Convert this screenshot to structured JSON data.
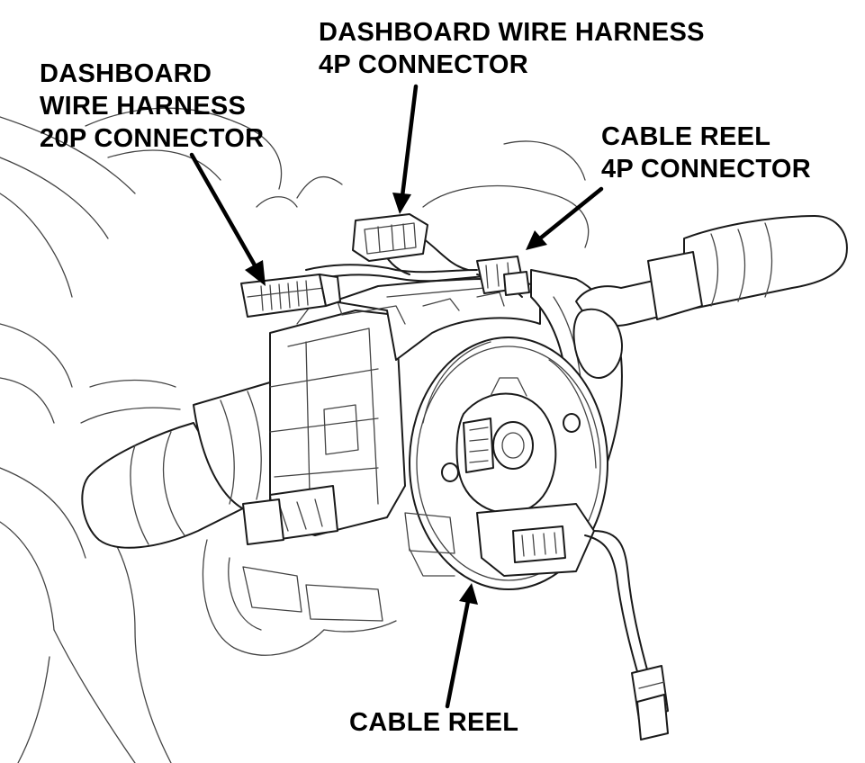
{
  "labels": {
    "dash_20p": [
      "DASHBOARD",
      "WIRE HARNESS",
      "20P CONNECTOR"
    ],
    "dash_4p": [
      "DASHBOARD WIRE HARNESS",
      "4P CONNECTOR"
    ],
    "reel_4p": [
      "CABLE REEL",
      "4P CONNECTOR"
    ],
    "cable_reel": [
      "CABLE REEL"
    ]
  }
}
